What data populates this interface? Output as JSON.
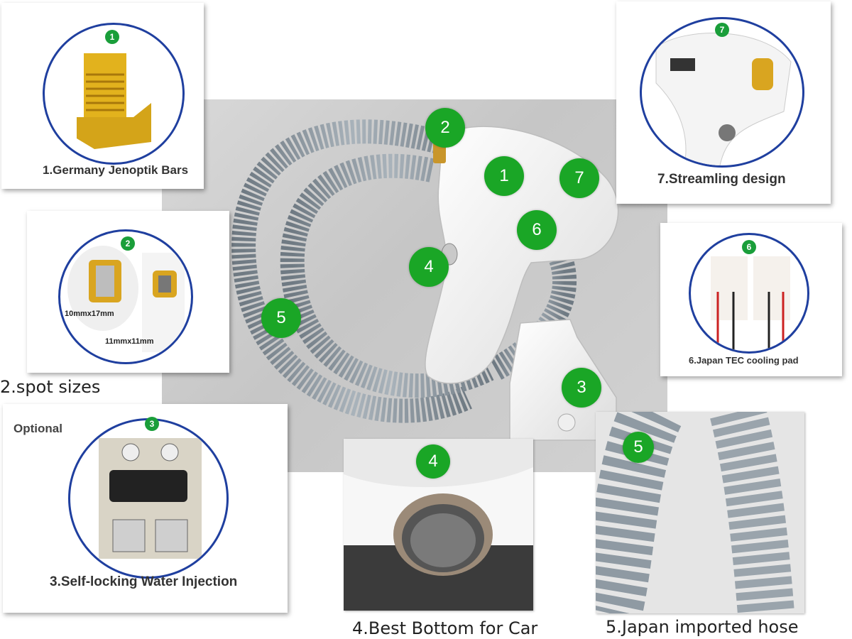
{
  "callouts": [
    {
      "number": "1",
      "caption": "1.Germany Jenoptik Bars"
    },
    {
      "number": "2",
      "caption": "2.spot sizes",
      "sizes": [
        "10mmx17mm",
        "11mmx11mm"
      ]
    },
    {
      "number": "3",
      "caption": "3.Self-locking Water Injection",
      "tag": "Optional"
    },
    {
      "number": "4",
      "caption": "4.Best Bottom for Car"
    },
    {
      "number": "5",
      "caption": "5.Japan imported hose"
    },
    {
      "number": "6",
      "caption": "6.Japan TEC cooling pad"
    },
    {
      "number": "7",
      "caption": "7.Streamling design"
    }
  ],
  "colors": {
    "badge_green": "#1aa626",
    "ring_blue": "#1f3f9f",
    "hose_gray": "#8f9aa3",
    "gold": "#d9a520"
  }
}
